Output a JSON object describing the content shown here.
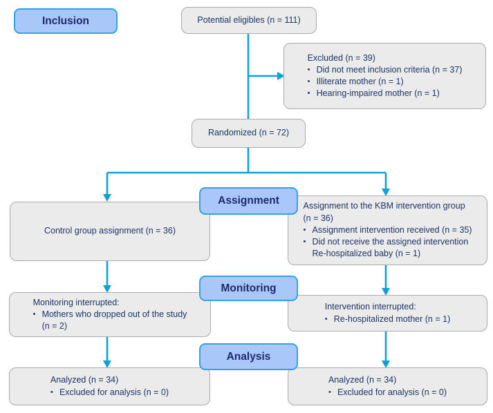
{
  "colors": {
    "connector_blue": "#0fa0dc",
    "stage_fill": "#a9c7f8",
    "stage_border": "#2fa3e3",
    "stage_text": "#1f2a6e",
    "node_fill": "#ebebeb",
    "node_border": "#a9a9a9",
    "node_text": "#1b3566"
  },
  "stages": {
    "inclusion": "Inclusion",
    "assignment": "Assignment",
    "monitoring": "Monitoring",
    "analysis": "Analysis"
  },
  "boxes": {
    "potential_eligibles": {
      "text": "Potential eligibles (n = 111)"
    },
    "excluded": {
      "title": "Excluded (n = 39)",
      "bullets": [
        "Did not meet inclusion criteria (n = 37)",
        "Illiterate mother (n = 1)",
        "Hearing-impaired mother (n = 1)"
      ]
    },
    "randomized": {
      "text": "Randomized (n = 72)"
    },
    "control_group": {
      "text": "Control group assignment (n = 36)"
    },
    "kbm_group": {
      "title": "Assignment to the KBM intervention group",
      "subtitle": "(n = 36)",
      "bullets": [
        "Assignment intervention received (n = 35)",
        "Did not receive the assigned intervention"
      ],
      "bullet_continuation": "Re-hospitalized baby (n = 1)"
    },
    "monitoring_interrupted": {
      "title": "Monitoring interrupted:",
      "bullets": [
        "Mothers who dropped out of the study"
      ],
      "bullet_continuation": "(n = 2)"
    },
    "intervention_interrupted": {
      "title": "Intervention interrupted:",
      "bullets": [
        "Re-hospitalized mother (n = 1)"
      ]
    },
    "analyzed_control": {
      "title": "Analyzed (n = 34)",
      "bullets": [
        "Excluded for analysis (n = 0)"
      ]
    },
    "analyzed_kbm": {
      "title": "Analyzed (n = 34)",
      "bullets": [
        "Excluded for analysis (n = 0)"
      ]
    }
  }
}
